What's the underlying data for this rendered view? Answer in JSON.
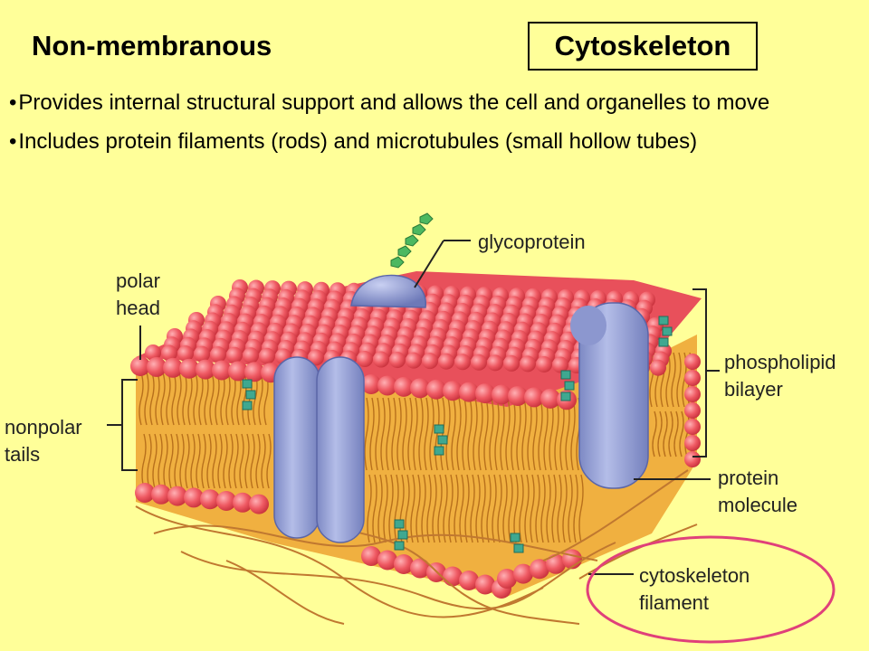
{
  "heading_left": "Non-membranous",
  "heading_box": "Cytoskeleton",
  "bullets": [
    "Provides internal structural support and allows the cell and organelles to move",
    "Includes protein filaments (rods) and microtubules (small hollow tubes)"
  ],
  "labels": {
    "glycoprotein": "glycoprotein",
    "polar_head_line1": "polar",
    "polar_head_line2": "head",
    "nonpolar_line1": "nonpolar",
    "nonpolar_line2": "tails",
    "phospholipid_line1": "phospholipid",
    "phospholipid_line2": "bilayer",
    "protein_line1": "protein",
    "protein_line2": "molecule",
    "cytoskeleton_line1": "cytoskeleton",
    "cytoskeleton_line2": "filament"
  },
  "colors": {
    "background": "#ffff99",
    "head": "#e8505b",
    "tail": "#e8a030",
    "protein": "#9aa6d8",
    "highlight_ellipse": "#e0407a",
    "filament": "#c07830"
  }
}
